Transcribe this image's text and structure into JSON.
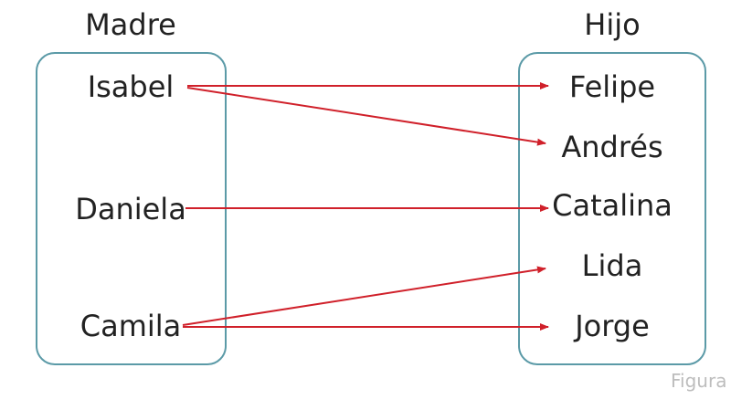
{
  "domain": "diagram",
  "left_set": {
    "heading": "Madre",
    "items": [
      "Isabel",
      "Daniela",
      "Camila"
    ]
  },
  "right_set": {
    "heading": "Hijo",
    "items": [
      "Felipe",
      "Andrés",
      "Catalina",
      "Lida",
      "Jorge"
    ]
  },
  "mappings": [
    {
      "from": "Isabel",
      "to": "Felipe"
    },
    {
      "from": "Isabel",
      "to": "Andrés"
    },
    {
      "from": "Daniela",
      "to": "Catalina"
    },
    {
      "from": "Camila",
      "to": "Lida"
    },
    {
      "from": "Camila",
      "to": "Jorge"
    }
  ],
  "caption": "Figura",
  "colors": {
    "box_border": "#5b9aa7",
    "arrow": "#d0202a",
    "text": "#222222"
  }
}
